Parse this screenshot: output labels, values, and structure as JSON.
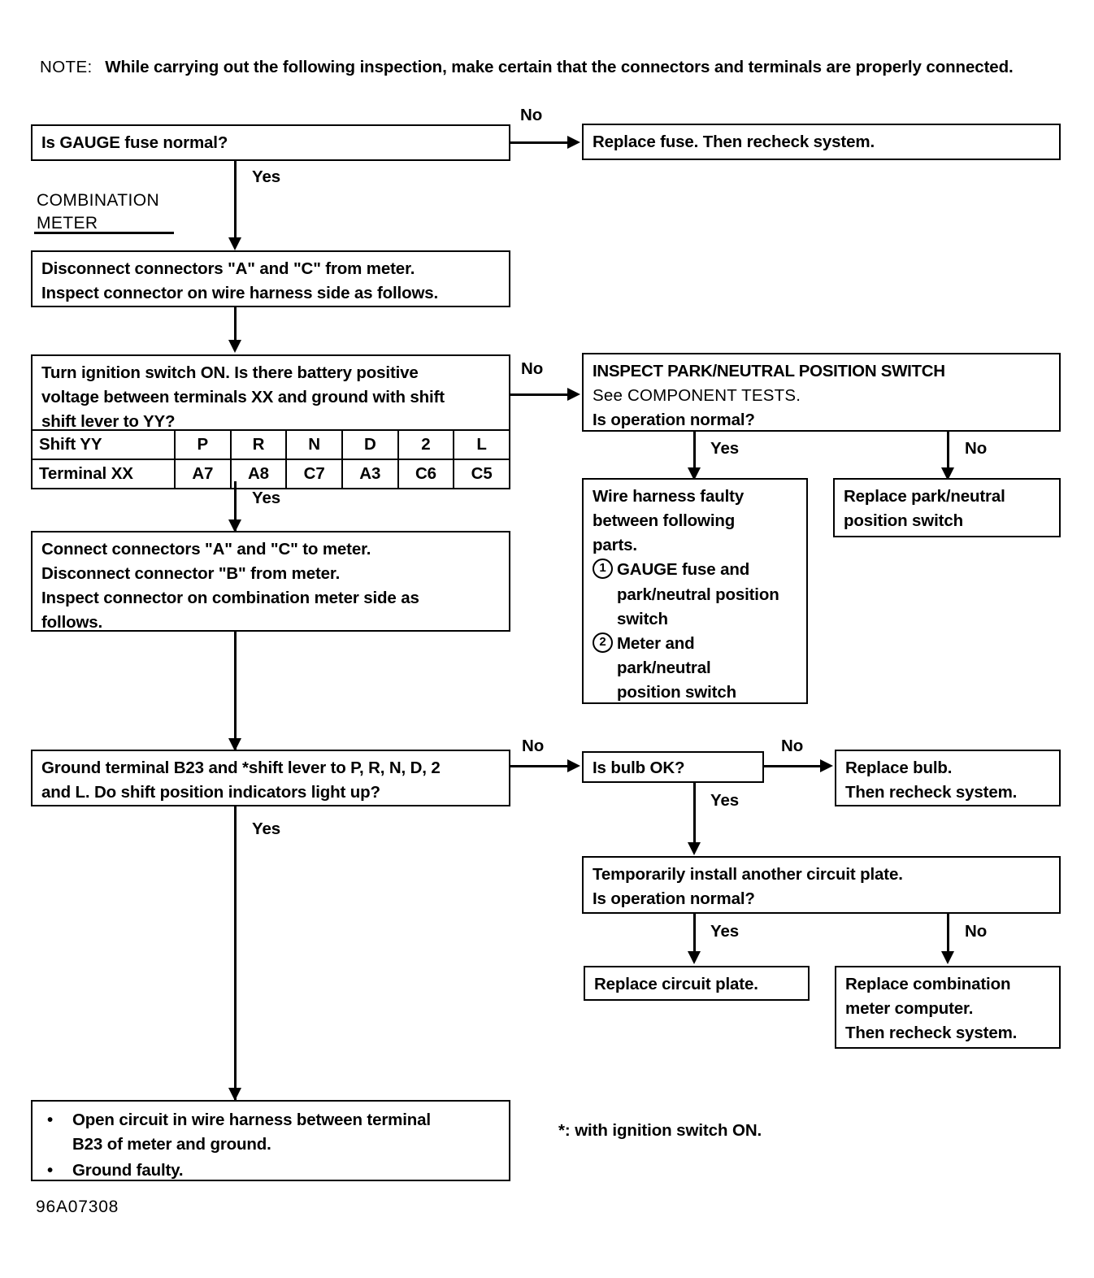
{
  "note": {
    "lead": "NOTE:",
    "text": "While carrying out the following inspection, make certain that the connectors and terminals are properly connected."
  },
  "section": {
    "title_line1": "COMBINATION",
    "title_line2": "METER"
  },
  "boxes": {
    "gauge_fuse": {
      "line1": "Is GAUGE fuse normal?"
    },
    "replace_fuse": {
      "line1": "Replace fuse. Then recheck system."
    },
    "disconnect_ac": {
      "line1": "Disconnect connectors \"A\" and \"C\" from meter.",
      "line2": "Inspect connector on wire harness side as follows."
    },
    "ignition_voltage": {
      "line1": "Turn ignition switch ON. Is there battery positive",
      "line2": "voltage between terminals XX and ground with shift",
      "line3": "shift lever to YY?"
    },
    "inspect_pnp": {
      "line1": "INSPECT PARK/NEUTRAL POSITION SWITCH",
      "line2": "See COMPONENT TESTS.",
      "line3": "Is operation normal?"
    },
    "wire_harness_faulty": {
      "line1": "Wire harness faulty",
      "line2": "between following",
      "line3": "parts.",
      "items": [
        {
          "num": "1",
          "lines": [
            "GAUGE fuse and",
            "park/neutral position",
            "switch"
          ]
        },
        {
          "num": "2",
          "lines": [
            "Meter and",
            "park/neutral",
            "position switch"
          ]
        }
      ]
    },
    "replace_pnp": {
      "line1": "Replace park/neutral",
      "line2": "position switch"
    },
    "connect_ac": {
      "line1": "Connect connectors \"A\" and \"C\" to meter.",
      "line2": "Disconnect connector \"B\" from meter.",
      "line3": "Inspect connector on combination meter side as",
      "line4": "follows."
    },
    "ground_b23": {
      "line1": "Ground terminal B23 and *shift lever to P, R, N, D, 2",
      "line2": "and L. Do shift position indicators light up?"
    },
    "bulb_ok": {
      "line1": "Is bulb OK?"
    },
    "replace_bulb": {
      "line1": "Replace bulb.",
      "line2": "Then recheck system."
    },
    "circuit_plate_test": {
      "line1": "Temporarily install another circuit plate.",
      "line2": "Is operation normal?"
    },
    "replace_circuit_plate": {
      "line1": "Replace circuit plate."
    },
    "replace_meter_computer": {
      "line1": "Replace combination",
      "line2": "meter computer.",
      "line3": "Then recheck system."
    },
    "open_circuit": {
      "bullets": [
        [
          "Open circuit in wire harness between terminal",
          "B23 of meter and ground."
        ],
        [
          "Ground faulty."
        ]
      ]
    }
  },
  "shift_table": {
    "rows": [
      {
        "header": "Shift YY",
        "cells": [
          "P",
          "R",
          "N",
          "D",
          "2",
          "L"
        ]
      },
      {
        "header": "Terminal XX",
        "cells": [
          "A7",
          "A8",
          "C7",
          "A3",
          "C6",
          "C5"
        ]
      }
    ]
  },
  "edge_labels": {
    "no_fuse": "No",
    "yes_fuse": "Yes",
    "no_voltage": "No",
    "yes_voltage": "Yes",
    "yes_pnp": "Yes",
    "no_pnp": "No",
    "yes_ground": "Yes",
    "no_ground": "No",
    "no_bulb": "No",
    "yes_bulb": "Yes",
    "yes_plate": "Yes",
    "no_plate": "No"
  },
  "footnote": "*: with ignition switch ON.",
  "footer_id": "96A07308"
}
